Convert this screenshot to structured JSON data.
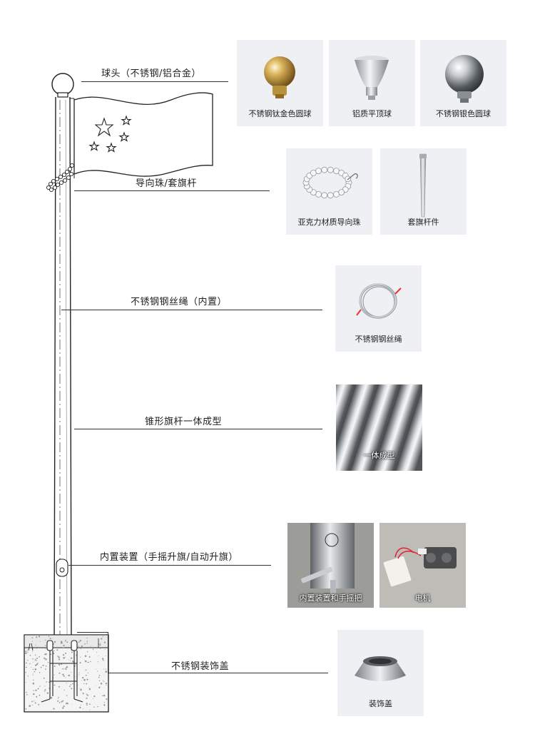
{
  "sections": {
    "finial": {
      "label": "球头（不锈钢/铝合金）",
      "items": [
        {
          "caption": "不锈钢钛金色圆球",
          "icon": "gold-ball-finial-icon"
        },
        {
          "caption": "铝质平顶球",
          "icon": "flat-top-finial-icon"
        },
        {
          "caption": "不锈钢银色圆球",
          "icon": "silver-ball-finial-icon"
        }
      ]
    },
    "guide": {
      "label": "导向珠/套旗杆",
      "items": [
        {
          "caption": "亚克力材质导向珠",
          "icon": "bead-chain-icon"
        },
        {
          "caption": "套旗杆件",
          "icon": "flag-sleeve-rod-icon"
        }
      ]
    },
    "rope": {
      "label": "不锈钢钢丝绳（内置）",
      "items": [
        {
          "caption": "不锈钢钢丝绳",
          "icon": "wire-rope-coil-icon"
        }
      ]
    },
    "pole": {
      "label": "锥形旗杆一体成型",
      "items": [
        {
          "caption": "一体成型",
          "icon": "steel-tubes-photo"
        }
      ]
    },
    "device": {
      "label": "内置装置（手摇升旗/自动升旗）",
      "items": [
        {
          "caption": "内置装置和手摇把",
          "icon": "crank-device-photo"
        },
        {
          "caption": "电机",
          "icon": "motor-photo"
        }
      ]
    },
    "cover": {
      "label": "不锈钢装饰盖",
      "items": [
        {
          "caption": "装饰盖",
          "icon": "decorative-cover-icon"
        }
      ]
    }
  },
  "colors": {
    "card_bg": "#eef0f3",
    "line": "#333333",
    "gold": "#c9a34a",
    "steel": "#b9bec4"
  }
}
